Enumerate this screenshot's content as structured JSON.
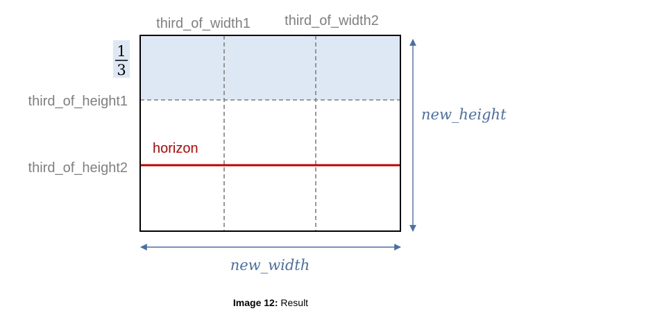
{
  "labels": {
    "third_of_width1": "third_of_width1",
    "third_of_width2": "third_of_width2",
    "third_of_height1": "third_of_height1",
    "third_of_height2": "third_of_height2",
    "horizon": "horizon",
    "new_height": "new_height",
    "new_width": "new_width",
    "fraction_numerator": "1",
    "fraction_denominator": "3"
  },
  "caption": {
    "bold": "Image 12:",
    "text": " Result"
  },
  "colors": {
    "highlight_fill": "#dde8f4",
    "horizon_line": "#c00000",
    "dimension_arrow": "#4a6fa5",
    "grid_dash": "#7f7f7f",
    "frame": "#000000"
  }
}
